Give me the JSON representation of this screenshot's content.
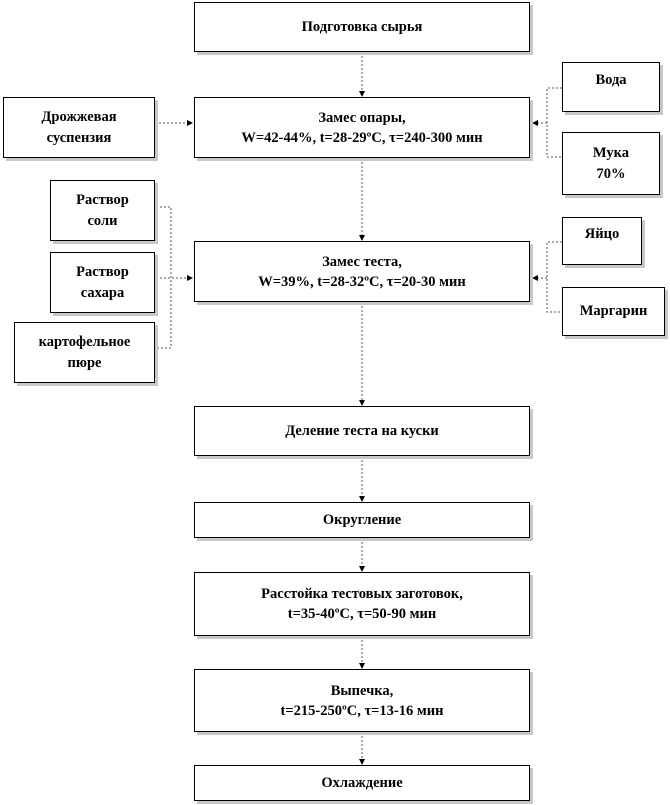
{
  "steps": {
    "raw": "Подготовка сырья",
    "sponge_title": "Замес опары,",
    "sponge_params": "W=42-44%, t=28-29ºС, τ=240-300 мин",
    "dough_title": "Замес теста,",
    "dough_params": "W=39%, t=28-32ºС, τ=20-30 мин",
    "divide": "Деление теста на куски",
    "round": "Округление",
    "proof_title": "Расстойка тестовых заготовок,",
    "proof_params": "t=35-40ºС, τ=50-90 мин",
    "bake_title": "Выпечка,",
    "bake_params": "t=215-250ºС, τ=13-16 мин",
    "cool": "Охлаждение"
  },
  "inputs": {
    "yeast_1": "Дрожжевая",
    "yeast_2": "суспензия",
    "water": "Вода",
    "flour_1": "Мука",
    "flour_2": "70%",
    "salt_1": "Раствор",
    "salt_2": "соли",
    "sugar_1": "Раствор",
    "sugar_2": "сахара",
    "potato_1": "картофельное",
    "potato_2": "пюре",
    "egg": "Яйцо",
    "margarine": "Маргарин"
  }
}
